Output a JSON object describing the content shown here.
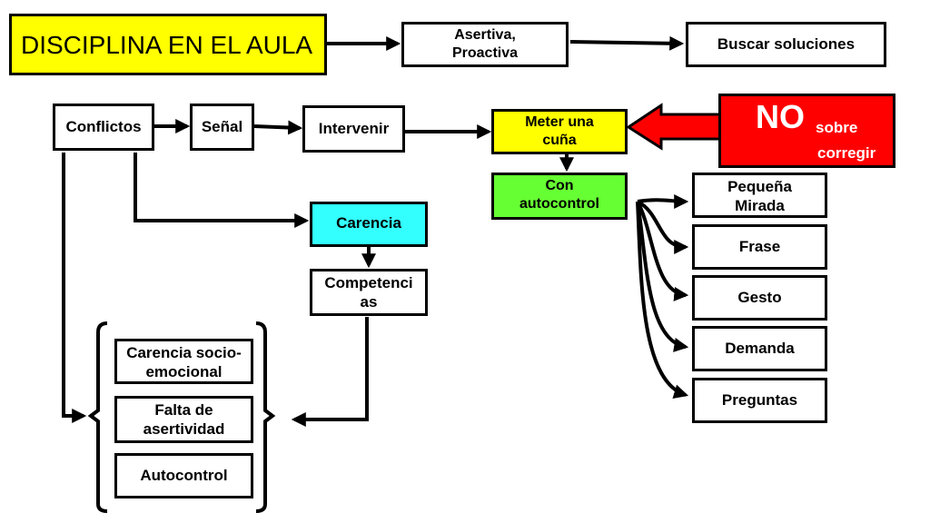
{
  "title": "DISCIPLINA EN EL AULA",
  "nodes": {
    "asertiva": "Asertiva, Proactiva",
    "buscar": "Buscar soluciones",
    "conflictos": "Conflictos",
    "senal": "Señal",
    "intervenir": "Intervenir",
    "meter": "Meter una cuña",
    "no_big": "NO",
    "no_sobre": "sobre",
    "no_corregir": "corregir",
    "con_autocontrol": "Con autocontrol",
    "carencia": "Carencia",
    "competencias": "Competenci as",
    "pequena": "Pequeña Mirada",
    "frase": "Frase",
    "gesto": "Gesto",
    "demanda": "Demanda",
    "preguntas": "Preguntas",
    "socio": "Carencia socio-emocional",
    "falta": "Falta de asertividad",
    "autocontrol": "Autocontrol"
  },
  "colors": {
    "title_bg": "#ffff00",
    "meter_bg": "#ffff00",
    "no_bg": "#ff0000",
    "con_autocontrol_bg": "#66ff33",
    "carencia_bg": "#33ffff"
  }
}
